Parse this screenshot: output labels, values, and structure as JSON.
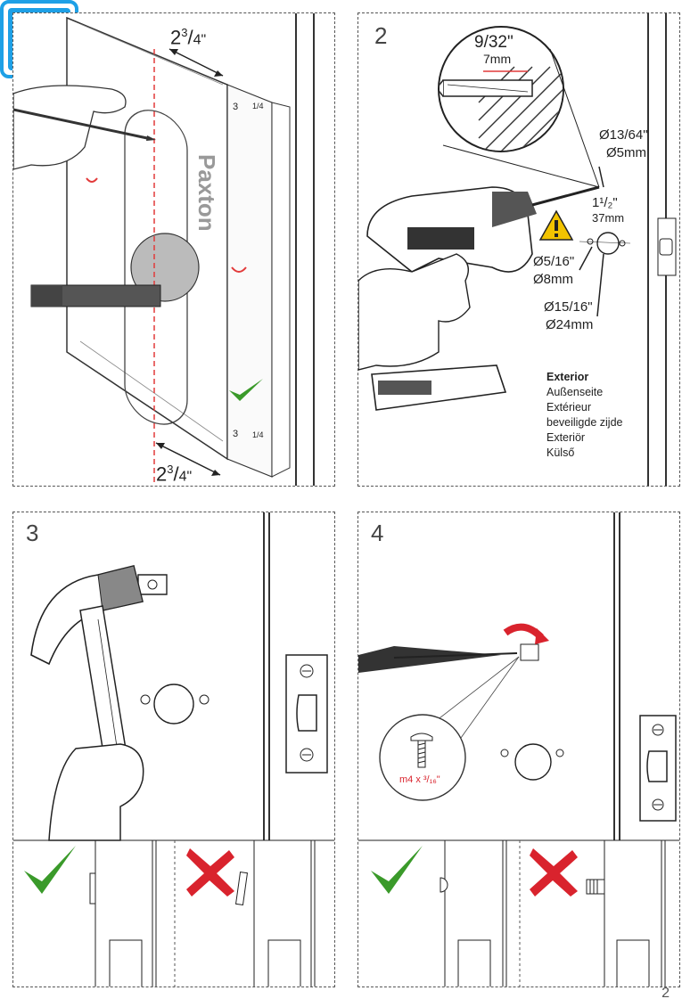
{
  "page": {
    "page_number": "2",
    "accent_colors": {
      "border_blue": "#1ea0e6",
      "check_green": "#3a9a2a",
      "cross_red": "#d9232d",
      "guide_red": "#e23a3a"
    },
    "icons": [
      "technician-icon",
      "green-check-icon",
      "red-cross-icon",
      "warning-triangle-icon",
      "screw-icon",
      "hammer-icon",
      "drill-icon",
      "screwdriver-icon",
      "pencil-icon"
    ]
  },
  "panel1": {
    "step": "",
    "dim_top": "2",
    "dim_top_frac_num": "3",
    "dim_top_frac_den": "4\"",
    "dim_bottom": "2",
    "dim_bottom_frac_num": "3",
    "dim_bottom_frac_den": "4\"",
    "template_brand": "Paxton",
    "template_quarter": "1/4",
    "template_three": "3"
  },
  "panel2": {
    "step": "2",
    "bit_inch": "9/32\"",
    "bit_mm": "7mm",
    "hole_small_inch": "Ø13/64\"",
    "hole_small_mm": "Ø5mm",
    "spacing_inch": "1¹/₂\"",
    "spacing_mm": "37mm",
    "hole_medium_inch": "Ø5/16\"",
    "hole_medium_mm": "Ø8mm",
    "hole_large_inch": "Ø15/16\"",
    "hole_large_mm": "Ø24mm",
    "legend_title": "Exterior",
    "legend_lines": [
      "Außenseite",
      "Extérieur",
      "beveiligde zijde",
      "Exteriör",
      "Külső"
    ]
  },
  "panel3": {
    "step": "3"
  },
  "panel4": {
    "step": "4",
    "screw_label": "m4 x ³/₁₆\""
  }
}
